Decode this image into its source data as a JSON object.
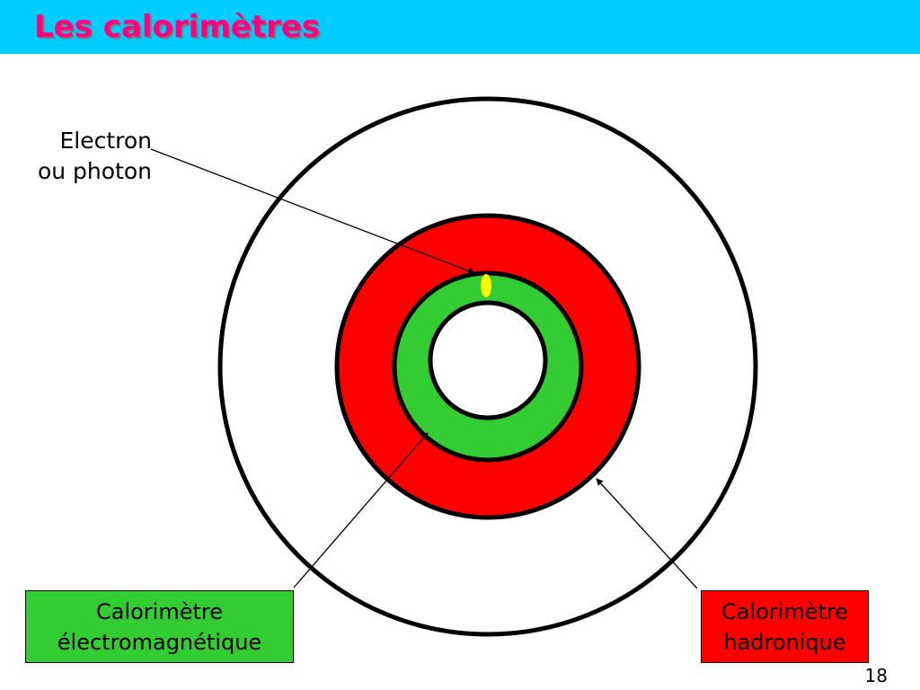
{
  "title": "Les calorimètres",
  "labels": {
    "particle_line1": "Electron",
    "particle_line2": "ou photon",
    "em_calorimeter_line1": "Calorimètre",
    "em_calorimeter_line2": "électromagnétique",
    "hadronic_calorimeter_line1": "Calorimètre",
    "hadronic_calorimeter_line2": "hadronique"
  },
  "page_number": "18",
  "colors": {
    "header": "#00ccff",
    "title": "#ff0080",
    "em_calorimeter": "#33cc33",
    "hadronic_calorimeter": "#ff0000",
    "particle": "#ffff00"
  }
}
